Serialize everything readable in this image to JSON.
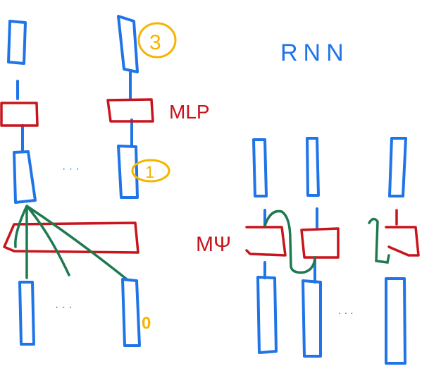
{
  "labels": {
    "rnn": "RNN",
    "mlp": "MLP",
    "mpsi": "MΨ",
    "ellipsis": "· · ·",
    "marker_top": "3",
    "marker_mid": "1",
    "marker_bottom": "0"
  },
  "colors": {
    "vector": "#1f74e8",
    "module": "#c8141c",
    "connection": "#1d7a4f",
    "marker": "#f5b400"
  }
}
